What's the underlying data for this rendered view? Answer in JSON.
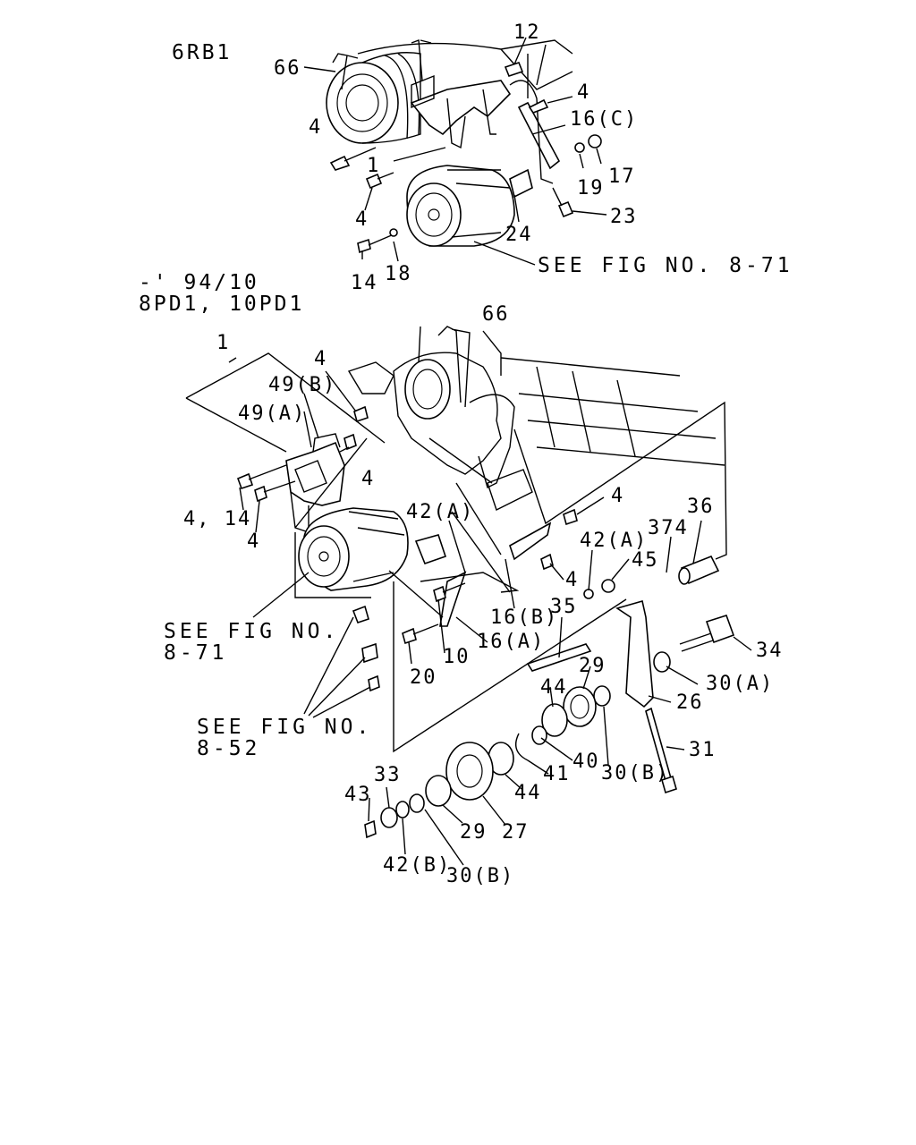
{
  "sections": {
    "top_engine": "6RB1",
    "lower_range": "-' 94/10",
    "lower_engines": "8PD1, 10PD1"
  },
  "references": {
    "fig_8_71_top": "SEE FIG NO. 8-71",
    "fig_8_71_line1": "SEE FIG NO.",
    "fig_8_71_line2": "8-71",
    "fig_8_52_line1": "SEE FIG NO.",
    "fig_8_52_line2": "8-52"
  },
  "callouts_top": {
    "c66": "66",
    "c12": "12",
    "c4a": "4",
    "c16c": "16(C)",
    "c4b": "4",
    "c1": "1",
    "c19": "19",
    "c17": "17",
    "c4c": "4",
    "c24": "24",
    "c23": "23",
    "c14": "14",
    "c18": "18"
  },
  "callouts_lower": {
    "c66": "66",
    "c1": "1",
    "c4a": "4",
    "c49b": "49(B)",
    "c49a": "49(A)",
    "c4b": "4",
    "c414": "4, 14",
    "c4c": "4",
    "c42a1": "42(A)",
    "c4d": "4",
    "c36": "36",
    "c374": "374",
    "c42a2": "42(A)",
    "c45": "45",
    "c4e": "4",
    "c16b": "16(B)",
    "c35": "35",
    "c16a": "16(A)",
    "c34": "34",
    "c20": "20",
    "c10": "10",
    "c29a": "29",
    "c30a": "30(A)",
    "c44a": "44",
    "c26": "26",
    "c40": "40",
    "c31": "31",
    "c41": "41",
    "c30b1": "30(B)",
    "c44b": "44",
    "c33": "33",
    "c43": "43",
    "c29b": "29",
    "c27": "27",
    "c42b": "42(B)",
    "c30b2": "30(B)"
  }
}
